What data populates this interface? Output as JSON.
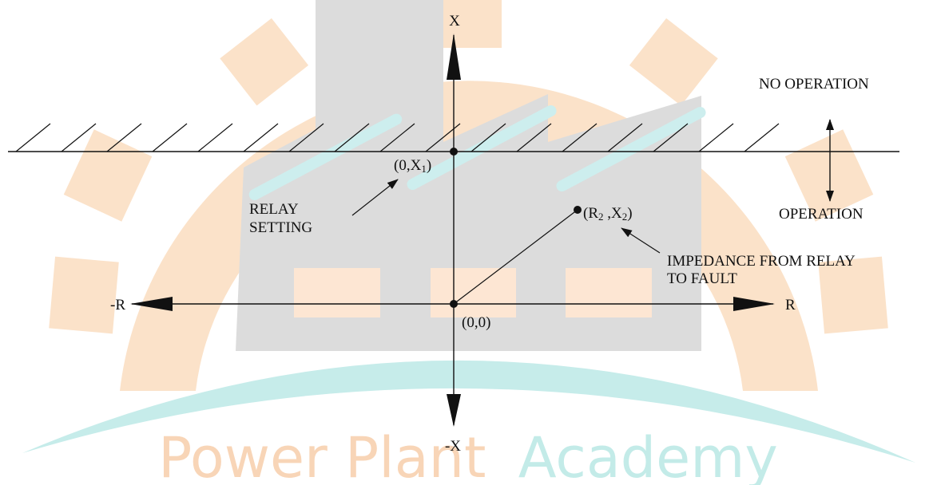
{
  "colors": {
    "background": "#ffffff",
    "ink": "#111111",
    "gear_orange": "#fbe2c9",
    "factory_gray": "#dcdcdc",
    "window_cyan": "#cdeeee",
    "window_peach": "#fde6d3",
    "arc_teal": "#c6ecea",
    "wordmark_orange": "#f8d5b7",
    "wordmark_teal": "#c3ebe8"
  },
  "watermark": {
    "icons": [
      "gear-icon",
      "factory-icon"
    ],
    "wordmark_part1": "Power Plant",
    "wordmark_part2": "Academy"
  },
  "diagram": {
    "axis_labels": {
      "x_pos": "X",
      "x_neg": "-X",
      "r_pos": "R",
      "r_neg": "-R"
    },
    "origin_label": "(0,0)",
    "relay_point": {
      "prefix": "(0,X",
      "sub": "1",
      "suffix": ")"
    },
    "fault_point": {
      "p1": "(R",
      "s1": "2",
      "p2": " ,X",
      "s2": "2",
      "p3": ")"
    },
    "relay_setting_lines": [
      "RELAY",
      "SETTING"
    ],
    "impedance_lines": [
      "IMPEDANCE FROM RELAY",
      "TO FAULT"
    ],
    "no_operation": "NO OPERATION",
    "operation": "OPERATION"
  }
}
